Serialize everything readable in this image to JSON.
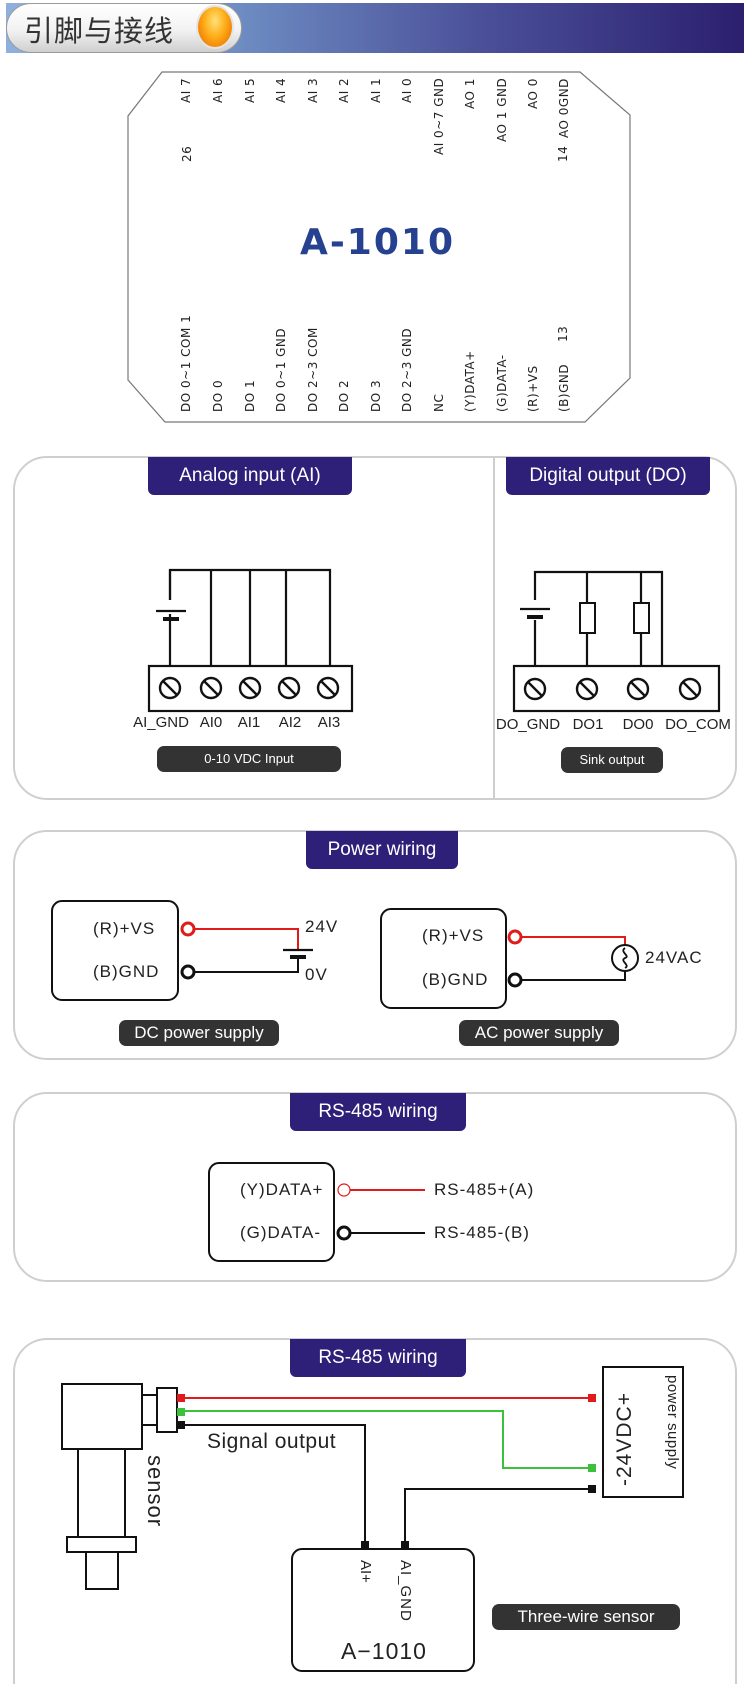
{
  "header": {
    "title": "引脚与接线",
    "colors": {
      "bar_start": "#8fb0dc",
      "bar_end": "#2b1f6e",
      "orb": "#ffb21e"
    }
  },
  "pinout": {
    "model": "A-1010",
    "model_color": "#25418f",
    "top_pins": [
      "AI 7",
      "AI 6",
      "AI 5",
      "AI 4",
      "AI 3",
      "AI 2",
      "AI 1",
      "AI 0",
      "AI 0~7 GND",
      "AO 1",
      "AO 1 GND",
      "AO 0",
      "AO 0GND"
    ],
    "top_pin_first_number": "26",
    "top_pin_last_number": "14",
    "bottom_pins": [
      "DO 0~1 COM 1",
      "DO 0",
      "DO 1",
      "DO 0~1 GND",
      "DO 2~3 COM",
      "DO 2",
      "DO 3",
      "DO 2~3 GND",
      "NC",
      "(Y)DATA+",
      "(G)DATA-",
      "(R)+VS",
      "(B)GND"
    ],
    "bottom_pin_last_number": "13"
  },
  "analog_input": {
    "title": "Analog input (AI)",
    "terminals": [
      "AI_GND",
      "AI0",
      "AI1",
      "AI2",
      "AI3"
    ],
    "caption": "0-10 VDC Input"
  },
  "digital_output": {
    "title": "Digital output (DO)",
    "terminals": [
      "DO_GND",
      "DO1",
      "DO0",
      "DO_COM"
    ],
    "caption": "Sink output"
  },
  "power_wiring": {
    "title": "Power wiring",
    "dc": {
      "pin_vs": "(R)+VS",
      "pin_gnd": "(B)GND",
      "label_pos": "24V",
      "label_neg": "0V",
      "caption": "DC power supply"
    },
    "ac": {
      "pin_vs": "(R)+VS",
      "pin_gnd": "(B)GND",
      "label_source": "24VAC",
      "caption": "AC power supply"
    },
    "wire_colors": {
      "positive": "#e01b1b",
      "ground": "#111111"
    }
  },
  "rs485_wiring": {
    "title": "RS-485 wiring",
    "pin_plus": "(Y)DATA+",
    "pin_minus": "(G)DATA-",
    "line_plus": "RS-485+(A)",
    "line_minus": "RS-485-(B)"
  },
  "sensor_wiring": {
    "title": "RS-485 wiring",
    "sensor_label": "sensor",
    "signal_label": "Signal output",
    "supply_voltage": "-24VDC+",
    "supply_label": "power supply",
    "device_pin_ai": "AI+",
    "device_pin_gnd": "AI_GND",
    "device_model": "A−1010",
    "caption": "Three-wire sensor",
    "wire_colors": {
      "red": "#e01b1b",
      "green": "#3cc13c",
      "black": "#111111"
    }
  }
}
